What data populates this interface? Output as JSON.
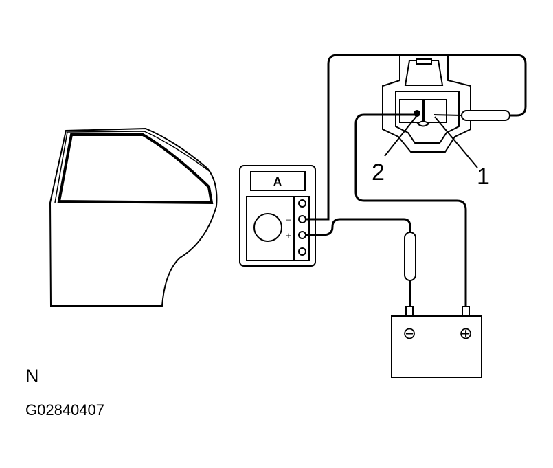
{
  "figure": {
    "meter_label": "A",
    "meter_minus": "–",
    "meter_plus": "+",
    "battery_minus": "⊖",
    "battery_plus": "⊕",
    "terminal_1": "1",
    "terminal_2": "2",
    "view_label": "N",
    "figure_code": "G02840407"
  },
  "colors": {
    "line": "#000000",
    "background": "#ffffff"
  }
}
